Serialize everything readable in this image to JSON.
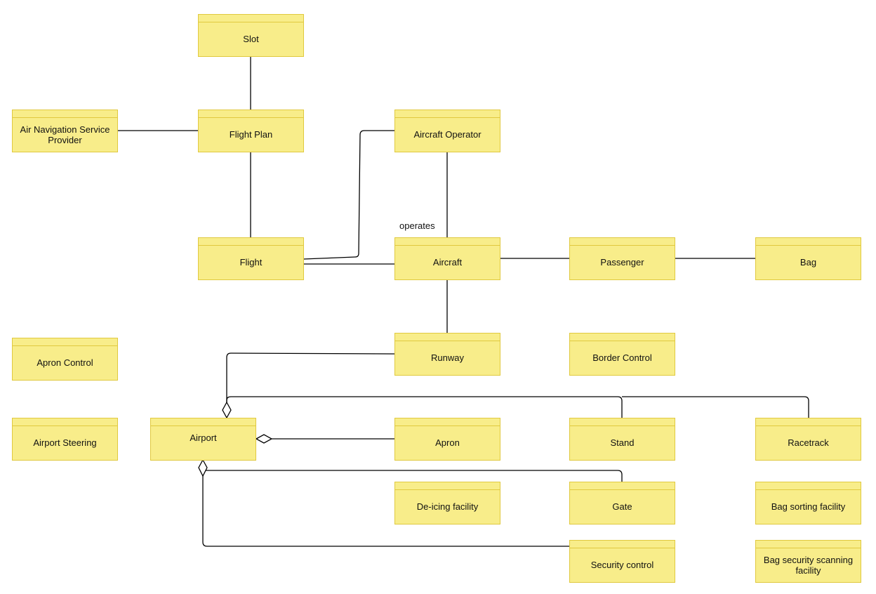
{
  "diagram": {
    "nodes": {
      "slot": "Slot",
      "ansp": "Air Navigation Service Provider",
      "flight_plan": "Flight Plan",
      "aircraft_operator": "Aircraft Operator",
      "flight": "Flight",
      "aircraft": "Aircraft",
      "passenger": "Passenger",
      "bag": "Bag",
      "apron_control": "Apron Control",
      "runway": "Runway",
      "border_control": "Border Control",
      "airport_steering": "Airport Steering",
      "airport": "Airport",
      "apron": "Apron",
      "stand": "Stand",
      "racetrack": "Racetrack",
      "deicing": "De-icing facility",
      "gate": "Gate",
      "bag_sorting": "Bag sorting facility",
      "security_control": "Security control",
      "bag_security": "Bag security scanning facility"
    },
    "edge_labels": {
      "operates": "operates"
    },
    "colors": {
      "node_fill": "#f8ed8a",
      "node_border": "#e0c93f",
      "line": "#000000"
    }
  }
}
